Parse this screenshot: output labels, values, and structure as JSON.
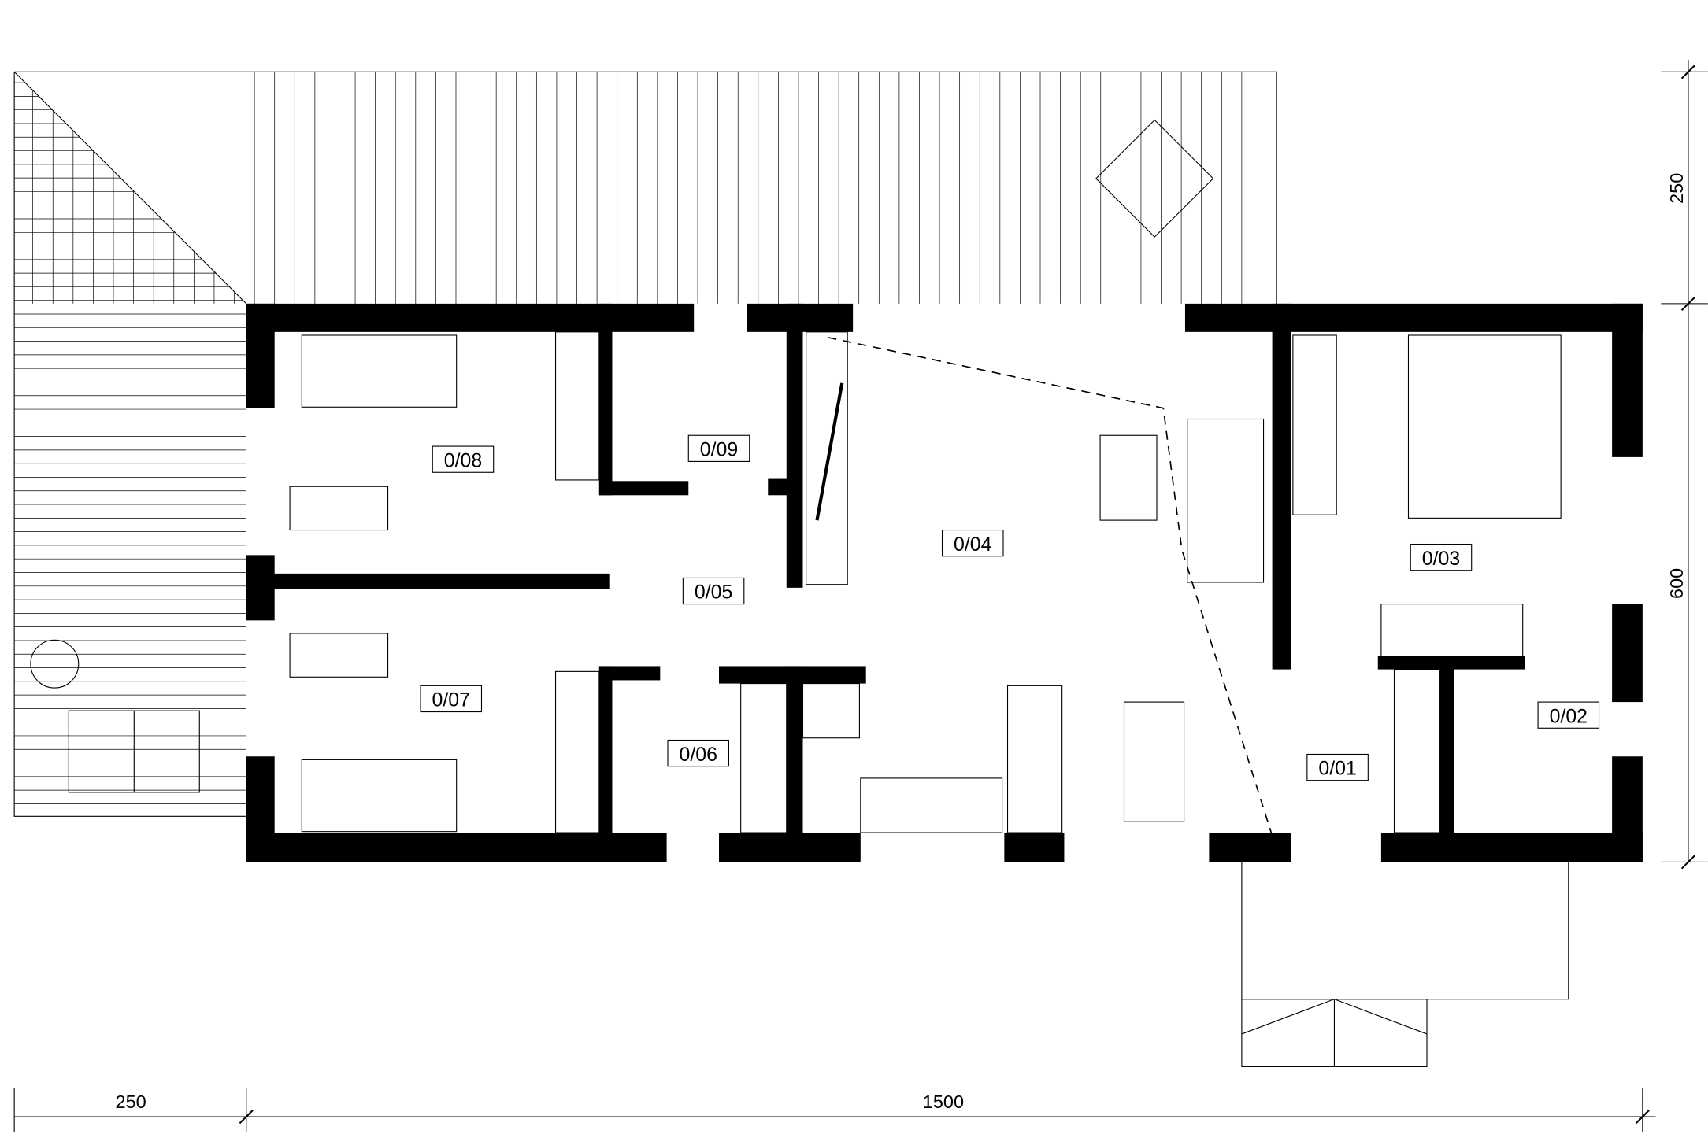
{
  "rooms": [
    {
      "id": "0/01"
    },
    {
      "id": "0/02"
    },
    {
      "id": "0/03"
    },
    {
      "id": "0/04"
    },
    {
      "id": "0/05"
    },
    {
      "id": "0/06"
    },
    {
      "id": "0/07"
    },
    {
      "id": "0/08"
    },
    {
      "id": "0/09"
    }
  ],
  "dimensions": {
    "bottom_left": "250",
    "bottom_main": "1500",
    "right_top": "250",
    "right_main": "600"
  },
  "colors": {
    "walls": "#000000",
    "background": "#ffffff"
  }
}
